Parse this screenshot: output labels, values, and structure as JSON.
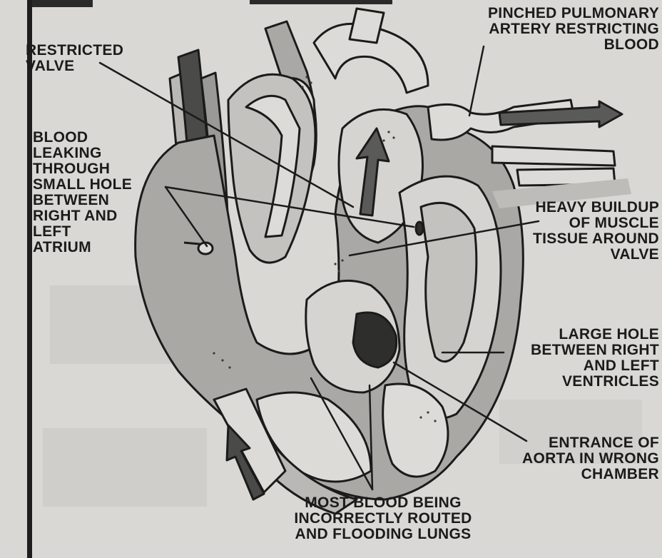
{
  "labels": {
    "pinched_artery": "PINCHED PULMONARY\nARTERY RESTRICTING\nBLOOD",
    "restricted_valve": "RESTRICTED\nVALVE",
    "blood_leaking": "BLOOD\nLEAKING\nTHROUGH\nSMALL HOLE\nBETWEEN\nRIGHT AND\nLEFT\nATRIUM",
    "heavy_buildup": "HEAVY BUILDUP\nOF MUSCLE\nTISSUE AROUND\nVALVE",
    "large_hole": "LARGE HOLE\nBETWEEN RIGHT\nAND LEFT\nVENTRICLES",
    "entrance_aorta": "ENTRANCE OF\nAORTA IN WRONG\nCHAMBER",
    "most_blood": "MOST BLOOD BEING\nINCORRECTLY ROUTED\nAND FLOODING LUNGS"
  },
  "colors": {
    "paper": "#d9d8d4",
    "ink": "#1b1b1b",
    "tissue_gray": "#a9a8a4",
    "dark_vessel": "#4a4a48"
  }
}
